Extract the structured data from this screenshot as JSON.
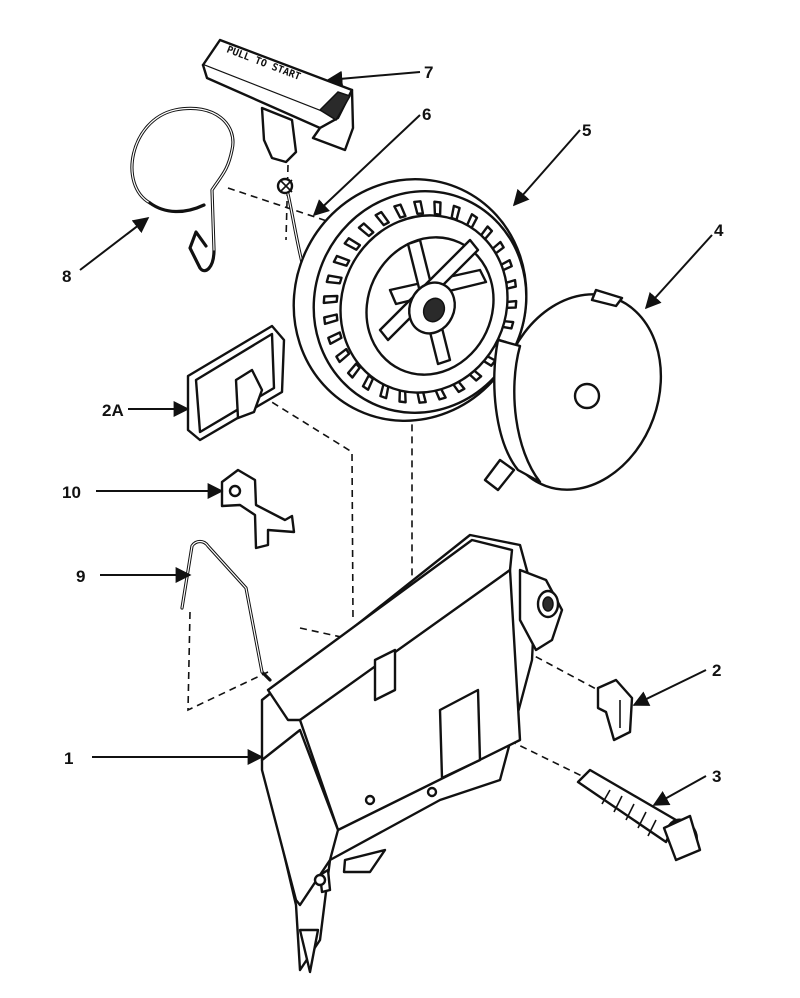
{
  "handle_text": "PULL TO START",
  "callouts": [
    {
      "id": "1",
      "label": "1"
    },
    {
      "id": "2",
      "label": "2"
    },
    {
      "id": "2a",
      "label": "2A"
    },
    {
      "id": "3",
      "label": "3"
    },
    {
      "id": "4",
      "label": "4"
    },
    {
      "id": "5",
      "label": "5"
    },
    {
      "id": "6",
      "label": "6"
    },
    {
      "id": "7",
      "label": "7"
    },
    {
      "id": "8",
      "label": "8"
    },
    {
      "id": "9",
      "label": "9"
    },
    {
      "id": "10",
      "label": "10"
    }
  ]
}
